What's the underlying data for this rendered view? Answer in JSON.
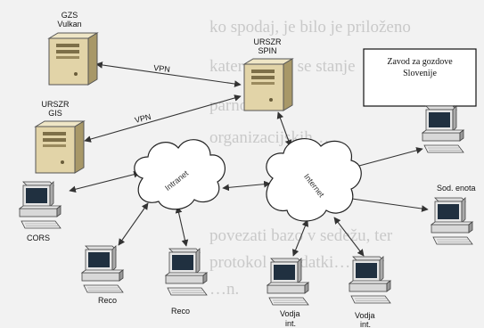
{
  "background_text": [
    "ko spodaj, je bilo je priloženo",
    "katere … ko se stanje",
    "parno v…",
    "organizacijskih…",
    "…",
    "povezati bazo v sedežu, ter",
    "protokol z podatki…",
    "…n."
  ],
  "organization_box": {
    "line1": "Zavod za gozdove",
    "line2": "Slovenije"
  },
  "servers": {
    "gzs": {
      "line1": "GZS",
      "line2": "Vulkan"
    },
    "urszr_gis": {
      "line1": "URSZR",
      "line2": "GIS"
    },
    "urszr_spin": {
      "line1": "URSZR",
      "line2": "SPIN"
    }
  },
  "clouds": {
    "intranet": "Intranet",
    "internet": "Internet"
  },
  "links": {
    "vpn_top": "VPN",
    "vpn_mid": "VPN"
  },
  "workstations": {
    "cors": "CORS",
    "reco_1": "Reco",
    "reco_2": "Reco",
    "vodja_1_line1": "Vodja",
    "vodja_1_line2": "int.",
    "vodja_2_line1": "Vodja",
    "vodja_2_line2": "int.",
    "sod_enota": "Sod. enota"
  },
  "colors": {
    "server_body": "#d9c99a",
    "server_dark": "#8a7a50",
    "line": "#333333",
    "monitor_screen": "#203040"
  },
  "icons": {
    "server": "server-tower-icon",
    "workstation": "desktop-computer-icon",
    "cloud": "network-cloud-icon"
  }
}
